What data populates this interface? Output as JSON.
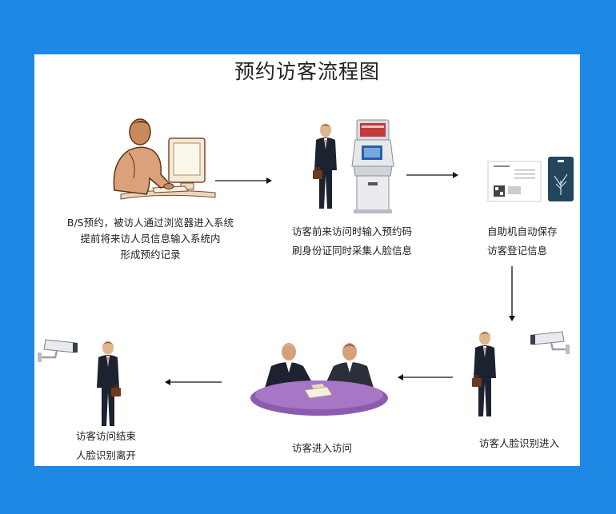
{
  "title": "预约访客流程图",
  "steps": [
    {
      "id": "reservation",
      "lines": [
        "B/S预约，被访人通过浏览器进入系统",
        "提前将来访人员信息输入系统内",
        "形成预约记录"
      ]
    },
    {
      "id": "kiosk",
      "lines": [
        "访客前来访问时输入预约码",
        "刷身份证同时采集人脸信息"
      ]
    },
    {
      "id": "save",
      "lines": [
        "自助机自动保存",
        "访客登记信息"
      ]
    },
    {
      "id": "enter",
      "lines": [
        "访客人脸识别进入"
      ]
    },
    {
      "id": "visit",
      "lines": [
        "访客进入访问"
      ]
    },
    {
      "id": "leave",
      "lines": [
        "访客访问结束",
        "人脸识别离开"
      ]
    }
  ],
  "colors": {
    "background": "#1e88e5",
    "panel": "#ffffff",
    "table": "#8e5ab0",
    "suit": "#1c2230"
  },
  "icons": [
    "office-worker-icon",
    "visitor-person-icon",
    "kiosk-icon",
    "visitor-card-icon",
    "cctv-camera-icon",
    "meeting-table-icon",
    "arrow-icon"
  ]
}
